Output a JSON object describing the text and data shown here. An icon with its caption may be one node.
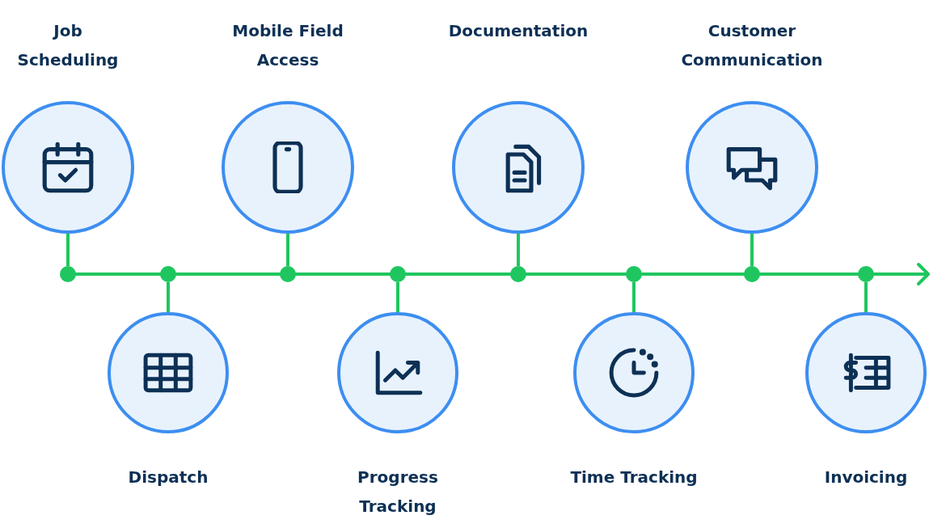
{
  "diagram": {
    "nodes": [
      {
        "text": [
          "Job Scheduling"
        ]
      },
      {
        "text": [
          "Dispatch"
        ]
      },
      {
        "text": [
          "Mobile Field Access"
        ]
      },
      {
        "text": [
          "Progress Tracking"
        ]
      },
      {
        "text": [
          "Documentation"
        ]
      },
      {
        "text": [
          "Time Tracking"
        ]
      },
      {
        "text": [
          "Customer Communication"
        ]
      },
      {
        "text": [
          "Invoicing"
        ]
      },
      {
        "text": [],
        "shape": "circle"
      },
      {
        "text": [],
        "shape": "circle"
      },
      {
        "text": [],
        "shape": "circle"
      },
      {
        "text": [],
        "shape": "circle"
      },
      {
        "text": [],
        "shape": "circle"
      },
      {
        "text": [],
        "shape": "circle"
      },
      {
        "text": [],
        "shape": "circle"
      },
      {
        "text": [],
        "shape": "circle"
      }
    ],
    "edges": [
      {
        "from": 0,
        "to": 8,
        "arrow": "none"
      },
      {
        "from": 1,
        "to": 9,
        "arrow": "none"
      },
      {
        "from": 2,
        "to": 10,
        "arrow": "none"
      },
      {
        "from": 3,
        "to": 11,
        "arrow": "none"
      },
      {
        "from": 4,
        "to": 12,
        "arrow": "none"
      },
      {
        "from": 5,
        "to": 13,
        "arrow": "none"
      },
      {
        "from": 6,
        "to": 14,
        "arrow": "none"
      },
      {
        "from": 7,
        "to": 15,
        "arrow": "none"
      }
    ]
  }
}
